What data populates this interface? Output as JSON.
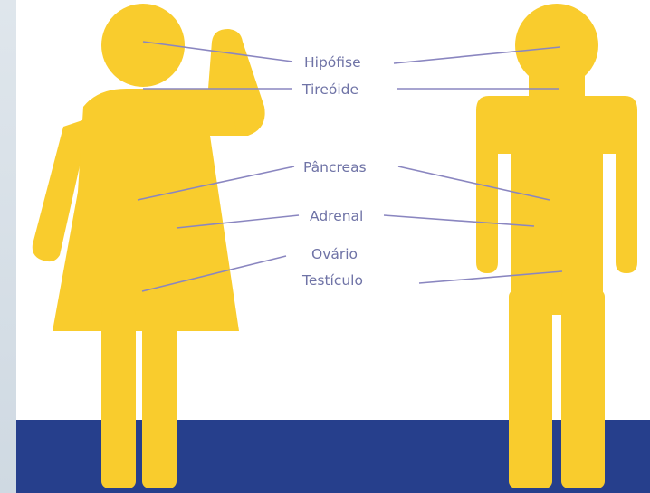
{
  "colors": {
    "figure": "#f9cc2d",
    "floor": "#263f8c",
    "leader_line": "#8a86c0",
    "label_text": "#6f73a6",
    "panel": "#ffffff"
  },
  "icons": {
    "female": "woman-figure-icon",
    "male": "man-figure-icon"
  },
  "labels": {
    "hipofise": "Hipófise",
    "tireoide": "Tireóide",
    "pancreas": "Pâncreas",
    "adrenal": "Adrenal",
    "ovario": "Ovário",
    "testiculo": "Testículo"
  }
}
